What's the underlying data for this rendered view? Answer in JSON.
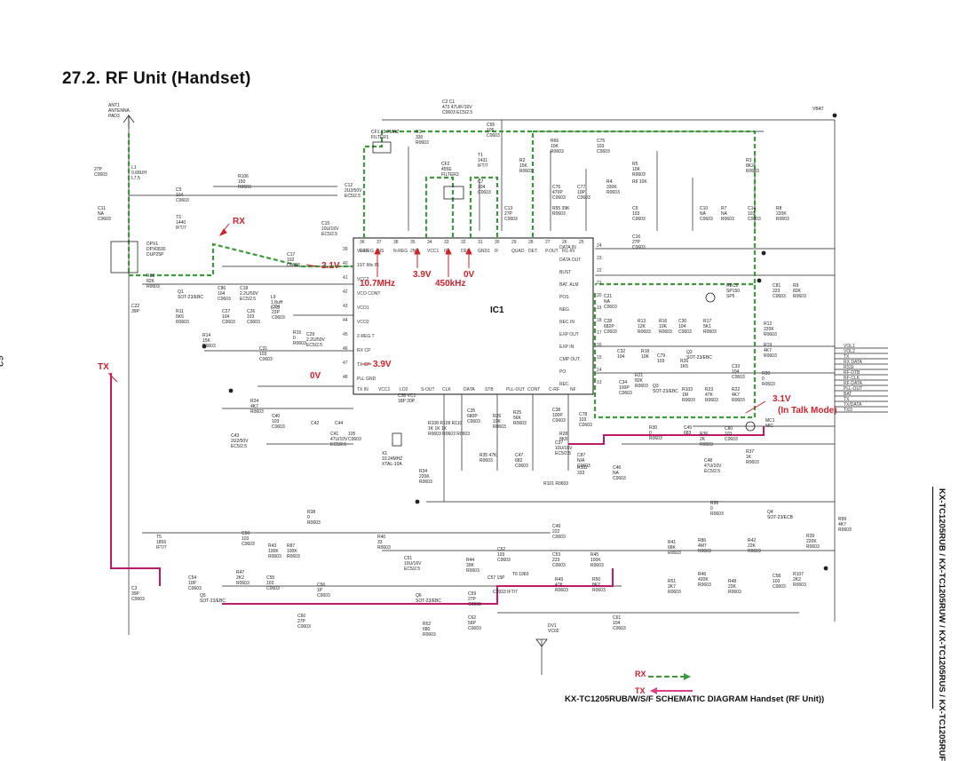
{
  "page": {
    "title": "27.2.  RF Unit (Handset)",
    "page_number": "63",
    "sidebar_model": "KX-TC1205RUB / KX-TC1205RUW / KX-TC1205RUS / KX-TC1205RUF",
    "caption": "KX-TC1205RUB/W/S/F  SCHEMATIC DIAGRAM Handset (RF Unit))"
  },
  "legend": {
    "rx": "RX",
    "tx": "TX",
    "rx_color": "#3a9a3a",
    "tx_color": "#e0408a"
  },
  "annotations": {
    "rx": "RX",
    "tx": "TX",
    "v1": "2.1V",
    "v2": "10.7MHz",
    "v3": "3.9V",
    "v4": "450kHz",
    "v5": "0V",
    "v6": "3.9V",
    "v7": "0V",
    "v8": "3.1V",
    "v9": "(In Talk Mode)",
    "ic1": "IC1"
  },
  "colors": {
    "rx_path": "#3a9a3a",
    "tx_path": "#c0186a",
    "annotation": "#d0202a",
    "wire": "#222222"
  },
  "components": {
    "ant1": [
      "ANT1",
      "ANTENNA",
      "PAD3"
    ],
    "c2c1": [
      "C2    C1",
      "473    47U/F/10V",
      "C0603 EC5/2.5"
    ],
    "vbat": "VBAT",
    "cf1": [
      "CF1 10.7MHZ",
      "FILTER1"
    ],
    "r1": [
      "R1",
      "330",
      "R0603"
    ],
    "c65": [
      "C65",
      "105",
      "C0603"
    ],
    "r66": [
      "R66",
      "10K",
      "R0603"
    ],
    "c75": [
      "C75",
      "103",
      "C0603"
    ],
    "r3": [
      "R3",
      "8K2",
      "R0603"
    ],
    "l1": [
      "L1",
      "0.68UH",
      "L7.5"
    ],
    "c27p": [
      "27P",
      "C0603"
    ],
    "r106": [
      "R106",
      "150",
      "R0603"
    ],
    "c12": [
      "C12",
      "2U2/50V",
      "EC5/2.5"
    ],
    "cf2": [
      "CF2",
      "455E",
      "FILTER2"
    ],
    "c7": [
      "C7",
      "104",
      "C0603"
    ],
    "t1": [
      "T1",
      "1431",
      "IFT/7"
    ],
    "r2": [
      "R2",
      "15K",
      "R0603"
    ],
    "c76": [
      "C76",
      "470P",
      "C0603"
    ],
    "c77": [
      "C77",
      "10P",
      "C0603"
    ],
    "r4": [
      "R4",
      "330K",
      "R0603"
    ],
    "r5": [
      "R5",
      "10K",
      "R0603"
    ],
    "r6": [
      "R6  10K"
    ],
    "c5": [
      "C5",
      "104",
      "C0603"
    ],
    "c11": [
      "C11",
      "NA",
      "C0603"
    ],
    "t3": [
      "T3",
      "1440",
      "IFT/7"
    ],
    "c13": [
      "C13",
      "27P",
      "C0603"
    ],
    "r55": [
      "R55  39K",
      "R0603"
    ],
    "c9": [
      "C9",
      "103",
      "C0603"
    ],
    "c14": [
      "C14",
      "103",
      "C0603"
    ],
    "r8": [
      "R8",
      "220K",
      "R0603"
    ],
    "c10": [
      "C10",
      "NA",
      "C0603"
    ],
    "r7": [
      "R7",
      "NA",
      "R0603"
    ],
    "dpx1": [
      "DPX1",
      "DPX0830",
      "DUP25P"
    ],
    "c15": [
      "C15",
      "10U/16V",
      "EC5/2.5"
    ],
    "c17": [
      "C17",
      "102",
      "C0603"
    ],
    "c16": [
      "C16",
      "27P",
      "C0603"
    ],
    "r10": [
      "R10",
      "82K",
      "R0603"
    ],
    "q1": [
      "Q1",
      "SOT-23/EBC"
    ],
    "c86": [
      "C86",
      "104",
      "C0603"
    ],
    "c18": [
      "C18",
      "2.2U/50V",
      "EC5/2.5"
    ],
    "l9": [
      "L9",
      "1.8uH",
      "L7.5"
    ],
    "c22": [
      "C22",
      "39P"
    ],
    "r11": [
      "R11",
      "5K6",
      "R0603"
    ],
    "c27": [
      "C27",
      "104",
      "C0603"
    ],
    "c26": [
      "C26",
      "103",
      "C0603"
    ],
    "c24": [
      "C24",
      "22P",
      "C0603"
    ],
    "r15": [
      "R15",
      "0",
      "R0603"
    ],
    "c29": [
      "C29",
      "2.2U/50V",
      "EC5/2.5"
    ],
    "r14": [
      "R14",
      "15K",
      "R0603"
    ],
    "c31": [
      "C31",
      "103",
      "C0603"
    ],
    "c40": [
      "C40",
      "103",
      "C0603"
    ],
    "r24": [
      "R24",
      "4K7",
      "R0603"
    ],
    "c42": [
      "C42"
    ],
    "c44": [
      "C44"
    ],
    "c43": [
      "C43",
      "2U2/50V",
      "EC5/2.5"
    ],
    "c41": [
      "C41",
      "47U/10V",
      "EC5/2.5"
    ],
    "c105": [
      "105",
      "C0603"
    ],
    "vc1": [
      "C36  VC1",
      "18P  20P"
    ],
    "x1": [
      "X1",
      "10.24MHZ",
      "XTAL-10A"
    ],
    "r34": [
      "R34",
      "220K",
      "R0603"
    ],
    "r108": [
      "R108 R109 R110",
      "1K    1K    1K",
      "R0603 R0603 R0603"
    ],
    "c35": [
      "C35",
      "680P",
      "C0603"
    ],
    "r26": [
      "R26",
      "10K",
      "R0603"
    ],
    "r25": [
      "R25",
      "56K",
      "R0603"
    ],
    "c38": [
      "C38",
      "100P",
      "C0603"
    ],
    "c78": [
      "C78",
      "103",
      "C0603"
    ],
    "r28": [
      "R28",
      "8K8"
    ],
    "c37": [
      "C37",
      "10U/16V",
      "EC5/2.5"
    ],
    "r35": [
      "R35 47K",
      "R0603"
    ],
    "c47": [
      "C47",
      "682",
      "C0603"
    ],
    "c87": [
      "C87",
      "N/A",
      "C0603"
    ],
    "r102": [
      "R102",
      "333"
    ],
    "c46": [
      "C46",
      "NA",
      "C0603"
    ],
    "r101": [
      "R101   R0603"
    ],
    "c21": [
      "C21",
      "NA",
      "C0603"
    ],
    "c28": [
      "C28",
      "682P",
      "C0603"
    ],
    "r13": [
      "R13",
      "12K",
      "R0603"
    ],
    "r16": [
      "R16",
      "10K",
      "R0603"
    ],
    "c30": [
      "C30",
      "104",
      "C0603"
    ],
    "r17": [
      "R17",
      "5K1",
      "R0603"
    ],
    "c32": [
      "C32",
      "104"
    ],
    "r18": [
      "R18",
      "10K"
    ],
    "c79": [
      "C79",
      "103"
    ],
    "r26b": [
      "R26",
      "1K5"
    ],
    "r21": [
      "R21",
      "82K",
      "R0603"
    ],
    "c34": [
      "C34",
      "100P",
      "C0603"
    ],
    "q3": [
      "Q3",
      "SOT-23/EBC"
    ],
    "q2": [
      "Q2",
      "SOT-23/EBC"
    ],
    "r103": [
      "R103",
      "1M",
      "R0603"
    ],
    "r23": [
      "R23",
      "47K",
      "R0603"
    ],
    "r22": [
      "R22",
      "4K7",
      "R0603"
    ],
    "c33": [
      "C33",
      "104",
      "C0603"
    ],
    "r20": [
      "R20",
      "0",
      "R0603"
    ],
    "r19": [
      "R19",
      "4K7",
      "R0603"
    ],
    "r12": [
      "R12",
      "220K",
      "R0603"
    ],
    "rec1": [
      "REC1",
      "SP150",
      "SP5"
    ],
    "c81": [
      "C81",
      "223",
      "C0603"
    ],
    "r9": [
      "R9",
      "82K",
      "R0603"
    ],
    "c45": [
      "C45",
      "683"
    ],
    "r30": [
      "R30",
      "0",
      "R0603"
    ],
    "r36": [
      "R36",
      "2K",
      "R0603"
    ],
    "c80": [
      "C80",
      "103",
      "C0603"
    ],
    "mic1": [
      "MC1",
      "MIC"
    ],
    "r37": [
      "R37",
      "1K",
      "R0603"
    ],
    "c48": [
      "C48",
      "47U/10V",
      "EC5/2.5"
    ],
    "r96": [
      "R96",
      "0",
      "R0603"
    ],
    "q4": [
      "Q4",
      "SOT-23/ECB"
    ],
    "r99": [
      "R99",
      "4K7",
      "R0603"
    ],
    "r39": [
      "R39",
      "220K",
      "R0603"
    ],
    "r38": [
      "R38",
      "0",
      "R0603"
    ],
    "c49": [
      "C49",
      "222",
      "C0603"
    ],
    "r40": [
      "R40",
      "33",
      "R0603"
    ],
    "c50": [
      "C50",
      "103",
      "C0603"
    ],
    "t5": [
      "T5",
      "1856",
      "IFT/7"
    ],
    "r43": [
      "R43",
      "100K",
      "R0603"
    ],
    "r87": [
      "R87",
      "100K",
      "R0603"
    ],
    "c51": [
      "C51",
      "10U/16V",
      "EC5/2.5"
    ],
    "c52": [
      "C52",
      "103",
      "C0603"
    ],
    "r44": [
      "R44",
      "39K",
      "R0603"
    ],
    "c53": [
      "C53",
      "223",
      "C0603"
    ],
    "r45": [
      "R45",
      "100K",
      "R0603"
    ],
    "t6": [
      "T6  1960"
    ],
    "c57": [
      "C57  15P"
    ],
    "r41": [
      "R41",
      "68K",
      "R0603"
    ],
    "r86": [
      "R86",
      "4M7",
      "R0603"
    ],
    "r42": [
      "R42",
      "22K",
      "R0603"
    ],
    "r46": [
      "R46",
      "420K",
      "R0603"
    ],
    "r107": [
      "R107",
      "2K2",
      "R0603"
    ],
    "c58": [
      "C58",
      "103",
      "C0603"
    ],
    "r51": [
      "R51",
      "2K7",
      "R0603"
    ],
    "r48": [
      "R48",
      "22K",
      "R0603"
    ],
    "r49": [
      "R49",
      "47K",
      "R0603"
    ],
    "r50": [
      "R50",
      "8K2",
      "R0603"
    ],
    "c54": [
      "C54",
      "10P",
      "C0603"
    ],
    "r47": [
      "R47",
      "2K2",
      "R0603"
    ],
    "c55": [
      "C55",
      "103",
      "C0603"
    ],
    "q5": [
      "Q5",
      "SOT-23/EBC"
    ],
    "c3": [
      "C3",
      "39P",
      "C0603"
    ],
    "c56": [
      "C56",
      "1P",
      "C0603"
    ],
    "c60": [
      "C60",
      "27P",
      "C0603"
    ],
    "q6": [
      "Q6",
      "SOT-23/EBC"
    ],
    "c59": [
      "C59",
      "27P",
      "C0603"
    ],
    "c93": [
      "C0933  IFT/7"
    ],
    "r52": [
      "R52",
      "680",
      "R0603"
    ],
    "c62": [
      "C62",
      "56P",
      "C0603"
    ],
    "dv1": [
      "DV1",
      "VC02"
    ],
    "c61": [
      "C61",
      "104",
      "C0603"
    ]
  },
  "ic1_pins_top": [
    "36",
    "37",
    "38",
    "35",
    "34",
    "33",
    "32",
    "31",
    "30",
    "29",
    "28",
    "27",
    "26",
    "25"
  ],
  "ic1_pins_top_names": [
    "E-REG",
    "INS",
    "N-REG",
    "2ND",
    "VCC1",
    "IF",
    "DEC",
    "GND1",
    "IF",
    "QUAD",
    "DET.",
    "P.OUT",
    "FIL-IN"
  ],
  "ic1_pins_left": [
    "39",
    "40",
    "41",
    "42",
    "43",
    "44",
    "45",
    "46",
    "47",
    "48"
  ],
  "ic1_pins_left_names": [
    "VREF",
    "1ST Mix IN",
    "VCC2",
    "VCO CONT",
    "VCO1",
    "VCO2",
    "2-REG.T",
    "RX CP",
    "TX CP",
    "PLL GND"
  ],
  "ic1_pins_right": [
    "24",
    "23",
    "22",
    "21",
    "20",
    "19",
    "18",
    "17",
    "16",
    "15",
    "14",
    "13"
  ],
  "ic1_pins_right_names": [
    "DATA IN",
    "DATA OUT",
    "BUST",
    "BAT. ALM",
    "POS",
    "NEG",
    "REC IN",
    "EXP OUT",
    "EXP IN",
    "CMP OUT",
    "PO",
    "REC"
  ],
  "ic1_pins_bottom_names": [
    "TX IN",
    "VCC1",
    "LO2",
    "S-OUT",
    "CLK",
    "DATA",
    "STB",
    "PLL-OUT",
    "CONT",
    "C-RF",
    "NF"
  ],
  "connector_labels": [
    "VOL1",
    "VOL2",
    "TX",
    "RX DATA",
    "RSSI",
    "RF-DTB",
    "RF-CLK",
    "RF-DATA",
    "PLL-OUT",
    "BAT",
    "TX",
    "TX/DATA",
    "TXD"
  ]
}
